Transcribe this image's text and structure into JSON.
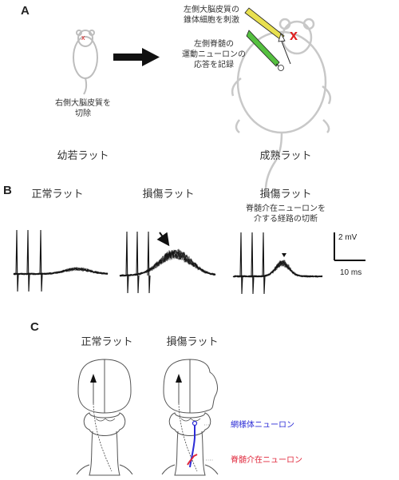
{
  "panels": {
    "A": {
      "letter": "A",
      "young_caption": [
        "右側大脳皮質を",
        "切除"
      ],
      "young_label": "幼若ラット",
      "adult_label": "成熟ラット",
      "stim_caption": [
        "左側大脳皮質の",
        "錐体細胞を刺激"
      ],
      "record_caption": [
        "左側脊髄の",
        "運動ニューロンの",
        "応答を記録"
      ],
      "lesion_mark": "x"
    },
    "B": {
      "letter": "B",
      "titles": [
        "正常ラット",
        "損傷ラット",
        "損傷ラット"
      ],
      "subtitle": [
        "脊髄介在ニューロンを",
        "介する経路の切断"
      ],
      "scale_v": "2 mV",
      "scale_t": "10 ms"
    },
    "C": {
      "letter": "C",
      "titles": [
        "正常ラット",
        "損傷ラット"
      ],
      "label_blue": "網様体ニューロン",
      "label_red": "脊髄介在ニューロン"
    }
  },
  "colors": {
    "rat_body": "#c8c8c8",
    "arrow": "#111111",
    "lesion": "#e02020",
    "stim_electrode": "#e8e050",
    "record_electrode": "#55c040",
    "reticulo_neuron": "#2b2bd6",
    "interneuron": "#e0283c",
    "traces": "#111111"
  }
}
